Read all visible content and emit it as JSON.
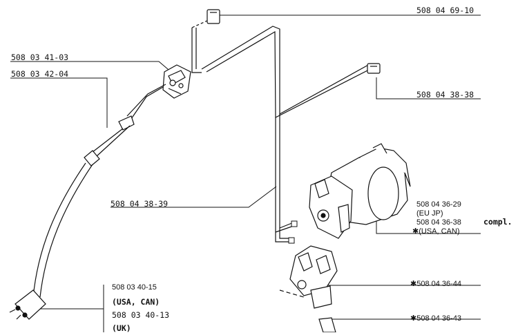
{
  "parts": {
    "p1": "508 04 69-10",
    "p2": "508 03 41-03",
    "p3": "508 03 42-04",
    "p4": "508 04 38-38",
    "p5": "508 04 38-39",
    "p6": "508 04 36-29",
    "p6_note": "(EU  JP)",
    "p7": "508 04 36-38",
    "p7_note": "✱(USA, CAN)",
    "compl": "compl.",
    "p8": "✱508 04 36-44",
    "p9": "✱508 04 36-43",
    "p10": "508 03 40-15",
    "p10_note": "(USA, CAN)",
    "p11": "508 03 40-13",
    "p11_note": "(UK)"
  }
}
